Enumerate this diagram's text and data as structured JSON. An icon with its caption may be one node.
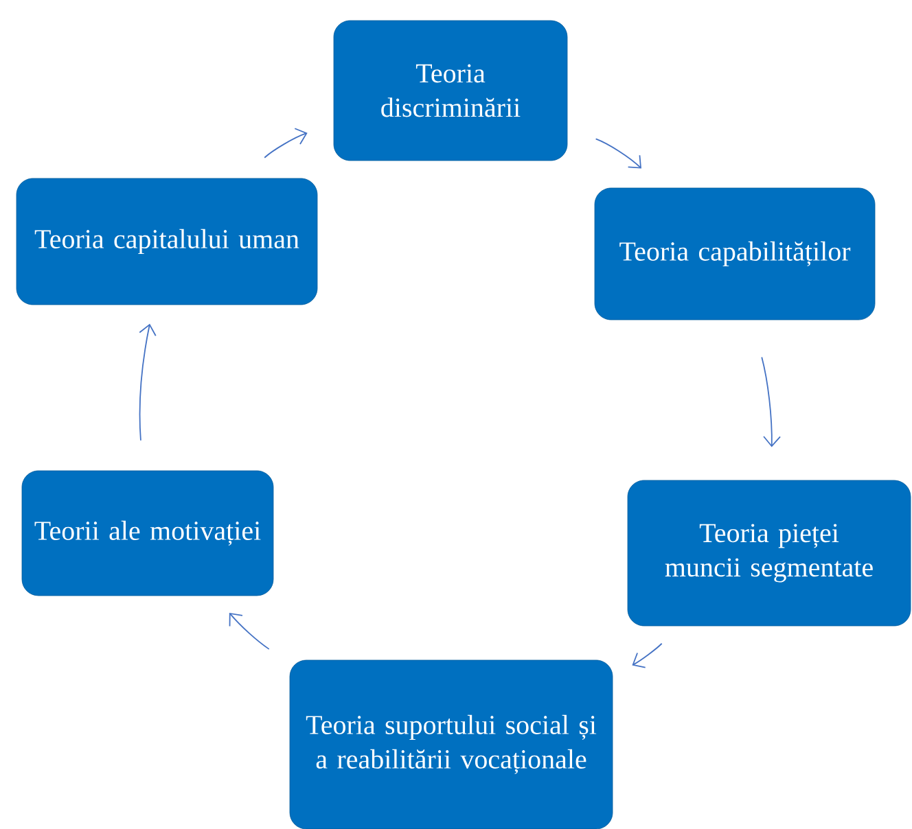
{
  "diagram": {
    "nodes": [
      {
        "text": [
          "Teoria discriminării"
        ]
      },
      {
        "text": [
          "Teoria capabilităților"
        ]
      },
      {
        "text": [
          "Teoria pieței muncii segmentate"
        ]
      },
      {
        "text": [
          "Teoria suportului social și a reabilitării vocaționale"
        ]
      },
      {
        "text": [
          "Teorii ale motivației"
        ]
      },
      {
        "text": [
          "Teoria capitalului uman"
        ]
      }
    ],
    "edges": [
      {
        "from": 0,
        "to": 1,
        "arrow": "to"
      },
      {
        "from": 1,
        "to": 2,
        "arrow": "to"
      },
      {
        "from": 2,
        "to": 3,
        "arrow": "to"
      },
      {
        "from": 3,
        "to": 4,
        "arrow": "to"
      },
      {
        "from": 4,
        "to": 5,
        "arrow": "to"
      },
      {
        "from": 5,
        "to": 0,
        "arrow": "to"
      }
    ]
  }
}
